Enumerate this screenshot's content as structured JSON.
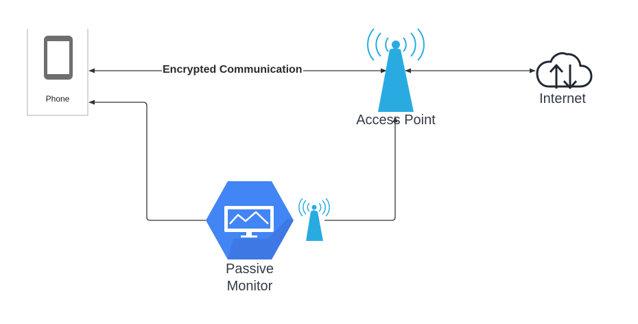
{
  "nodes": {
    "phone": {
      "label": "Phone"
    },
    "access_point": {
      "label": "Access Point"
    },
    "internet": {
      "label": "Internet"
    },
    "passive_monitor": {
      "label_line1": "Passive",
      "label_line2": "Monitor"
    }
  },
  "edges": {
    "phone_ap": {
      "label": "Encrypted Communication"
    }
  },
  "colors": {
    "antenna_blue": "#29abe2",
    "monitor_blue": "#4285f4",
    "line": "#333333",
    "device_gray": "#6e6e6e"
  },
  "icons": {
    "phone": "smartphone-icon",
    "access_point": "antenna-icon",
    "internet": "cloud-upload-download-icon",
    "passive_monitor": "monitoring-hexagon-icon",
    "monitor_antenna": "antenna-icon"
  }
}
